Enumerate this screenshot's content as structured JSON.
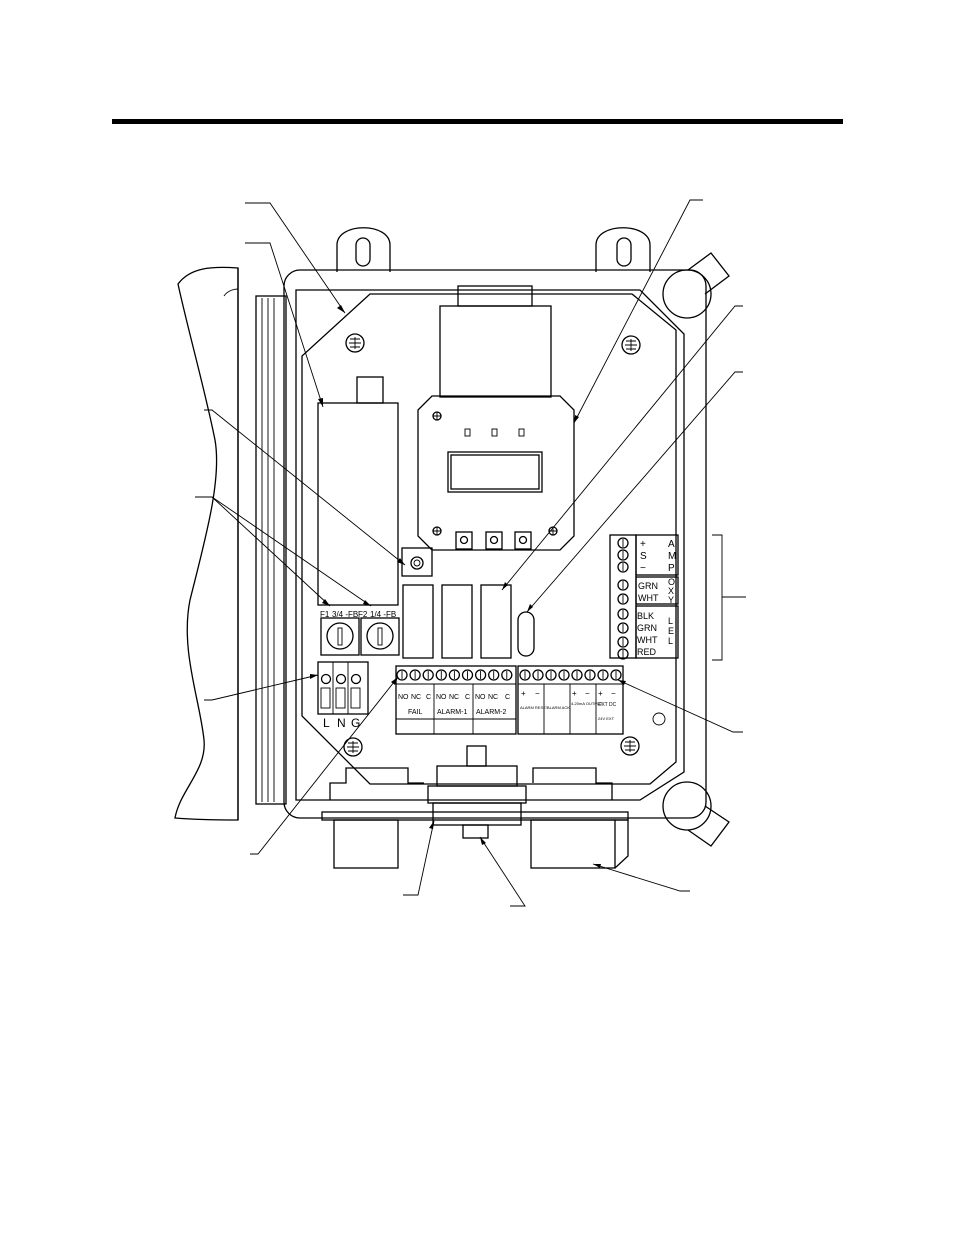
{
  "fuses": {
    "f1": "F1",
    "f1_rating": "3/4 -FB",
    "f2": "F2",
    "f2_rating": "1/4 -FB"
  },
  "power_terminal": {
    "l": "L",
    "n": "N",
    "g": "G"
  },
  "relay_terminals": {
    "no": "NO",
    "nc": "NC",
    "c": "C",
    "fail": "FAIL",
    "alarm1": "ALARM-1",
    "alarm2": "ALARM-2"
  },
  "output_terminals": {
    "plus": "+",
    "minus": "−",
    "alarm_reset": "ALARM RESET",
    "alarm_ack": "ALARM ACK",
    "current_output": "4-20mA OUTPUT",
    "ext_dc": "EXT DC",
    "ext_dc_sub": "24V EXT"
  },
  "sensor_block": {
    "amp": {
      "rows": [
        "+",
        "S",
        "−"
      ],
      "label": [
        "A",
        "M",
        "P"
      ]
    },
    "oxy": {
      "rows": [
        "GRN",
        "WHT"
      ],
      "label": [
        "O",
        "X",
        "Y"
      ]
    },
    "lel": {
      "rows": [
        "BLK",
        "GRN",
        "WHT",
        "RED"
      ],
      "label": [
        "L",
        "E",
        "L"
      ]
    }
  },
  "colors": {
    "ink": "#000000",
    "background": "#ffffff"
  }
}
